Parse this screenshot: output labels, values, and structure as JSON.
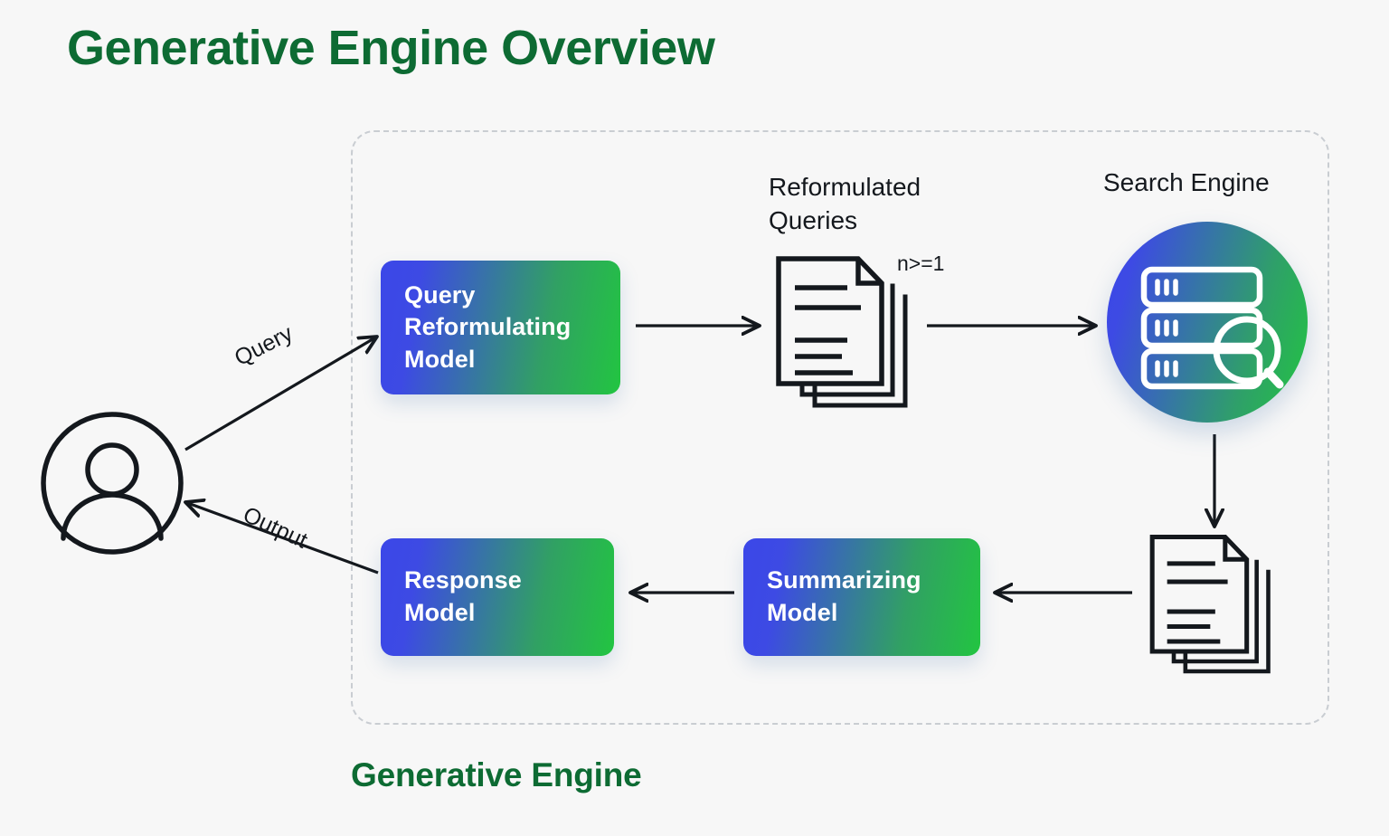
{
  "page": {
    "title": "Generative Engine Overview",
    "bottom_caption": "Generative Engine",
    "background_color": "#f7f7f7",
    "title_color": "#0d6b33"
  },
  "theme": {
    "gradient_start": "#3b47e8",
    "gradient_end": "#22c541",
    "stroke_color": "#14181d",
    "dashed_border_color": "#c9cdd2"
  },
  "actor": {
    "name": "user",
    "icon": "user-avatar-icon"
  },
  "flow_labels": {
    "query": "Query",
    "output": "Output"
  },
  "engine": {
    "container_label": "Generative Engine",
    "nodes": [
      {
        "id": "query-reformulating-model",
        "kind": "model-box",
        "label": "Query\nReformulating\nModel"
      },
      {
        "id": "reformulated-queries",
        "kind": "icon",
        "icon": "document-stack-icon",
        "label": "Reformulated\nQueries",
        "annotation": "n>=1"
      },
      {
        "id": "search-engine",
        "kind": "icon-circle",
        "icon": "database-search-icon",
        "label": "Search Engine"
      },
      {
        "id": "retrieved-documents",
        "kind": "icon",
        "icon": "document-stack-icon",
        "label": ""
      },
      {
        "id": "summarizing-model",
        "kind": "model-box",
        "label": "Summarizing\nModel"
      },
      {
        "id": "response-model",
        "kind": "model-box",
        "label": "Response\nModel"
      }
    ],
    "edges": [
      {
        "from": "user",
        "to": "query-reformulating-model",
        "label": "Query"
      },
      {
        "from": "query-reformulating-model",
        "to": "reformulated-queries",
        "label": ""
      },
      {
        "from": "reformulated-queries",
        "to": "search-engine",
        "label": ""
      },
      {
        "from": "search-engine",
        "to": "retrieved-documents",
        "label": ""
      },
      {
        "from": "retrieved-documents",
        "to": "summarizing-model",
        "label": ""
      },
      {
        "from": "summarizing-model",
        "to": "response-model",
        "label": ""
      },
      {
        "from": "response-model",
        "to": "user",
        "label": "Output"
      }
    ]
  }
}
